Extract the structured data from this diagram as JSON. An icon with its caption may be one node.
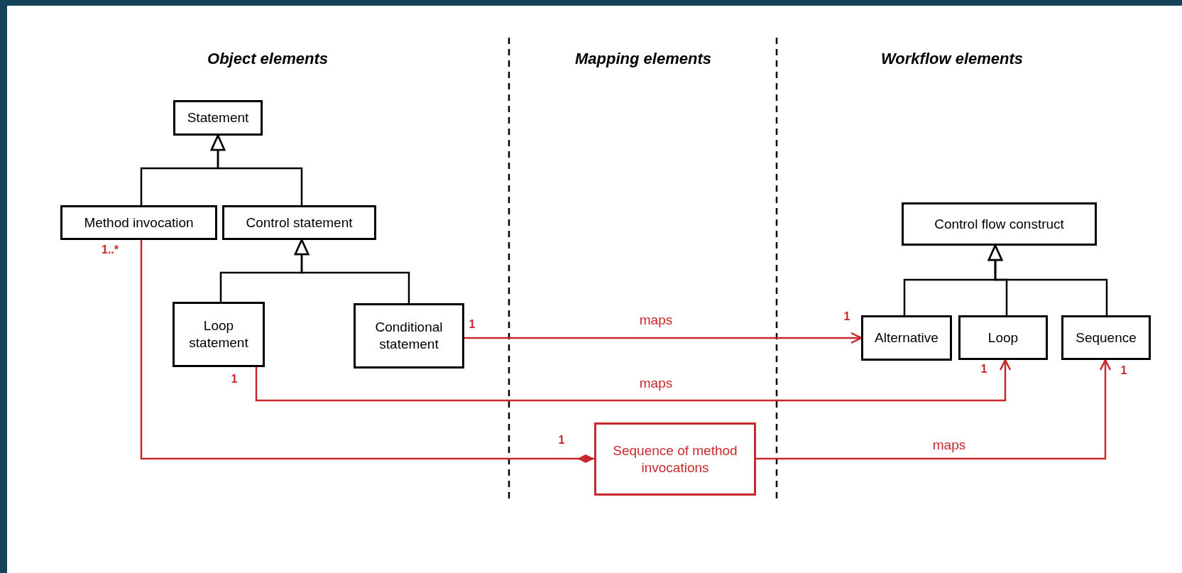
{
  "diagram": {
    "nodes": [
      {
        "text": [
          "Statement"
        ]
      },
      {
        "text": [
          "Method invocation"
        ]
      },
      {
        "text": [
          "Control statement"
        ]
      },
      {
        "text": [
          "Control flow construct"
        ]
      },
      {
        "text": [
          "Loop statement"
        ]
      },
      {
        "text": [
          "Conditional statement"
        ]
      },
      {
        "text": [
          "Alternative"
        ]
      },
      {
        "text": [
          "Loop"
        ]
      },
      {
        "text": [
          "Sequence"
        ]
      },
      {
        "text": [
          "Sequence of method invocations"
        ]
      }
    ],
    "edges": [
      {
        "from": 1,
        "to": 0,
        "arrow": "to"
      },
      {
        "from": 2,
        "to": 0,
        "arrow": "to"
      },
      {
        "from": 4,
        "to": 2,
        "arrow": "to"
      },
      {
        "from": 5,
        "to": 2,
        "arrow": "to"
      },
      {
        "from": 6,
        "to": 3,
        "arrow": "to"
      },
      {
        "from": 7,
        "to": 3,
        "arrow": "to"
      },
      {
        "from": 8,
        "to": 3,
        "arrow": "to"
      },
      {
        "from": 5,
        "to": 6,
        "arrow": "to",
        "label": "maps",
        "color": "#c8282b"
      },
      {
        "from": 4,
        "to": 7,
        "arrow": "to",
        "label": "maps",
        "color": "#c8282b"
      },
      {
        "from": 1,
        "to": 9,
        "arrow": "other",
        "color": "#c8282b"
      },
      {
        "from": 9,
        "to": 8,
        "arrow": "to",
        "label": "maps",
        "color": "#c8282b"
      }
    ],
    "labels": [
      "Object elements",
      "Mapping elements",
      "Workflow elements",
      "1..*",
      "1",
      "1",
      "1",
      "1",
      "1",
      "1"
    ]
  }
}
